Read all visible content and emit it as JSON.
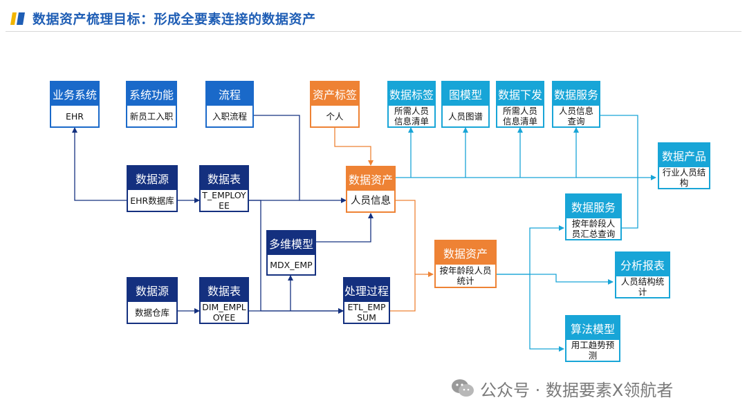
{
  "header": {
    "title": "数据资产梳理目标：形成全要素连接的数据资产"
  },
  "nodes": {
    "biz_system": {
      "title": "业务系统",
      "body": "EHR"
    },
    "sys_function": {
      "title": "系统功能",
      "body": "新员工入职"
    },
    "process": {
      "title": "流程",
      "body": "入职流程"
    },
    "asset_tag": {
      "title": "资产标签",
      "body": "个人"
    },
    "data_tag": {
      "title": "数据标签",
      "body": "所需人员信息清单"
    },
    "graph_model": {
      "title": "图模型",
      "body": "人员图谱"
    },
    "data_dispatch": {
      "title": "数据下发",
      "body": "所需人员信息清单"
    },
    "data_service_1": {
      "title": "数据服务",
      "body": "人员信息查询"
    },
    "data_product": {
      "title": "数据产品",
      "body": "行业人员结构"
    },
    "data_source_1": {
      "title": "数据源",
      "body": "EHR数据库"
    },
    "data_table_1": {
      "title": "数据表",
      "body": "T_EMPLOYEE"
    },
    "data_asset_1": {
      "title": "数据资产",
      "body": "人员信息"
    },
    "data_service_2": {
      "title": "数据服务",
      "body": "按年龄段人员汇总查询"
    },
    "mdx_model": {
      "title": "多维模型",
      "body": "MDX_EMP"
    },
    "data_asset_2": {
      "title": "数据资产",
      "body": "按年龄段人员统计"
    },
    "analysis_report": {
      "title": "分析报表",
      "body": "人员结构统计"
    },
    "data_source_2": {
      "title": "数据源",
      "body": "数据仓库"
    },
    "data_table_2": {
      "title": "数据表",
      "body": "DIM_EMPLOYEE"
    },
    "etl_process": {
      "title": "处理过程",
      "body": "ETL_EMPSUM"
    },
    "algo_model": {
      "title": "算法模型",
      "body": "用工趋势预测"
    }
  },
  "colors": {
    "blue": "#1a69c9",
    "navy": "#14307f",
    "orange": "#ee8234",
    "cyan": "#18a5d7",
    "title": "#1f5eb5"
  },
  "watermark": {
    "icon": "wechat-icon",
    "text": "公众号 · 数据要素X领航者"
  }
}
